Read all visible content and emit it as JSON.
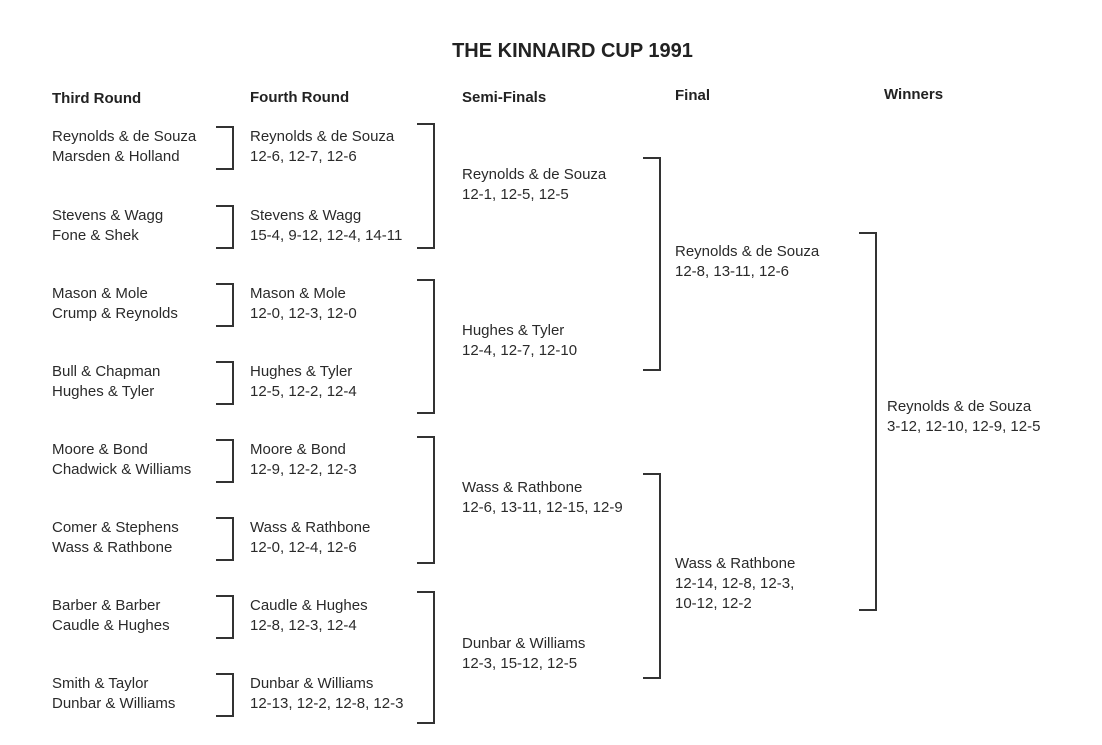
{
  "title": "THE KINNAIRD CUP 1991",
  "headers": [
    "Third Round",
    "Fourth Round",
    "Semi-Finals",
    "Final",
    "Winners"
  ],
  "third_round": [
    [
      "Reynolds & de Souza",
      "Marsden & Holland"
    ],
    [
      "Stevens & Wagg",
      "Fone & Shek"
    ],
    [
      "Mason & Mole",
      "Crump & Reynolds"
    ],
    [
      "Bull & Chapman",
      "Hughes & Tyler"
    ],
    [
      "Moore & Bond",
      "Chadwick & Williams"
    ],
    [
      "Comer & Stephens",
      "Wass & Rathbone"
    ],
    [
      "Barber & Barber",
      "Caudle & Hughes"
    ],
    [
      "Smith & Taylor",
      "Dunbar & Williams"
    ]
  ],
  "fourth_round": [
    [
      "Reynolds & de Souza",
      "12-6, 12-7, 12-6"
    ],
    [
      "Stevens & Wagg",
      "15-4, 9-12, 12-4, 14-11"
    ],
    [
      "Mason & Mole",
      "12-0, 12-3, 12-0"
    ],
    [
      "Hughes & Tyler",
      "12-5, 12-2, 12-4"
    ],
    [
      "Moore & Bond",
      "12-9, 12-2, 12-3"
    ],
    [
      "Wass & Rathbone",
      "12-0, 12-4, 12-6"
    ],
    [
      "Caudle & Hughes",
      "12-8, 12-3, 12-4"
    ],
    [
      "Dunbar & Williams",
      "12-13, 12-2, 12-8, 12-3"
    ]
  ],
  "semi_finals": [
    [
      "Reynolds & de Souza",
      "12-1, 12-5, 12-5"
    ],
    [
      "Hughes & Tyler",
      "12-4, 12-7, 12-10"
    ],
    [
      "Wass & Rathbone",
      "12-6, 13-11, 12-15, 12-9"
    ],
    [
      "Dunbar & Williams",
      "12-3, 15-12, 12-5"
    ]
  ],
  "final": [
    [
      "Reynolds & de Souza",
      "12-8, 13-11, 12-6"
    ],
    [
      "Wass & Rathbone",
      "12-14, 12-8, 12-3,",
      "10-12, 12-2"
    ]
  ],
  "winners": [
    "Reynolds & de Souza",
    "3-12, 12-10, 12-9, 12-5"
  ]
}
